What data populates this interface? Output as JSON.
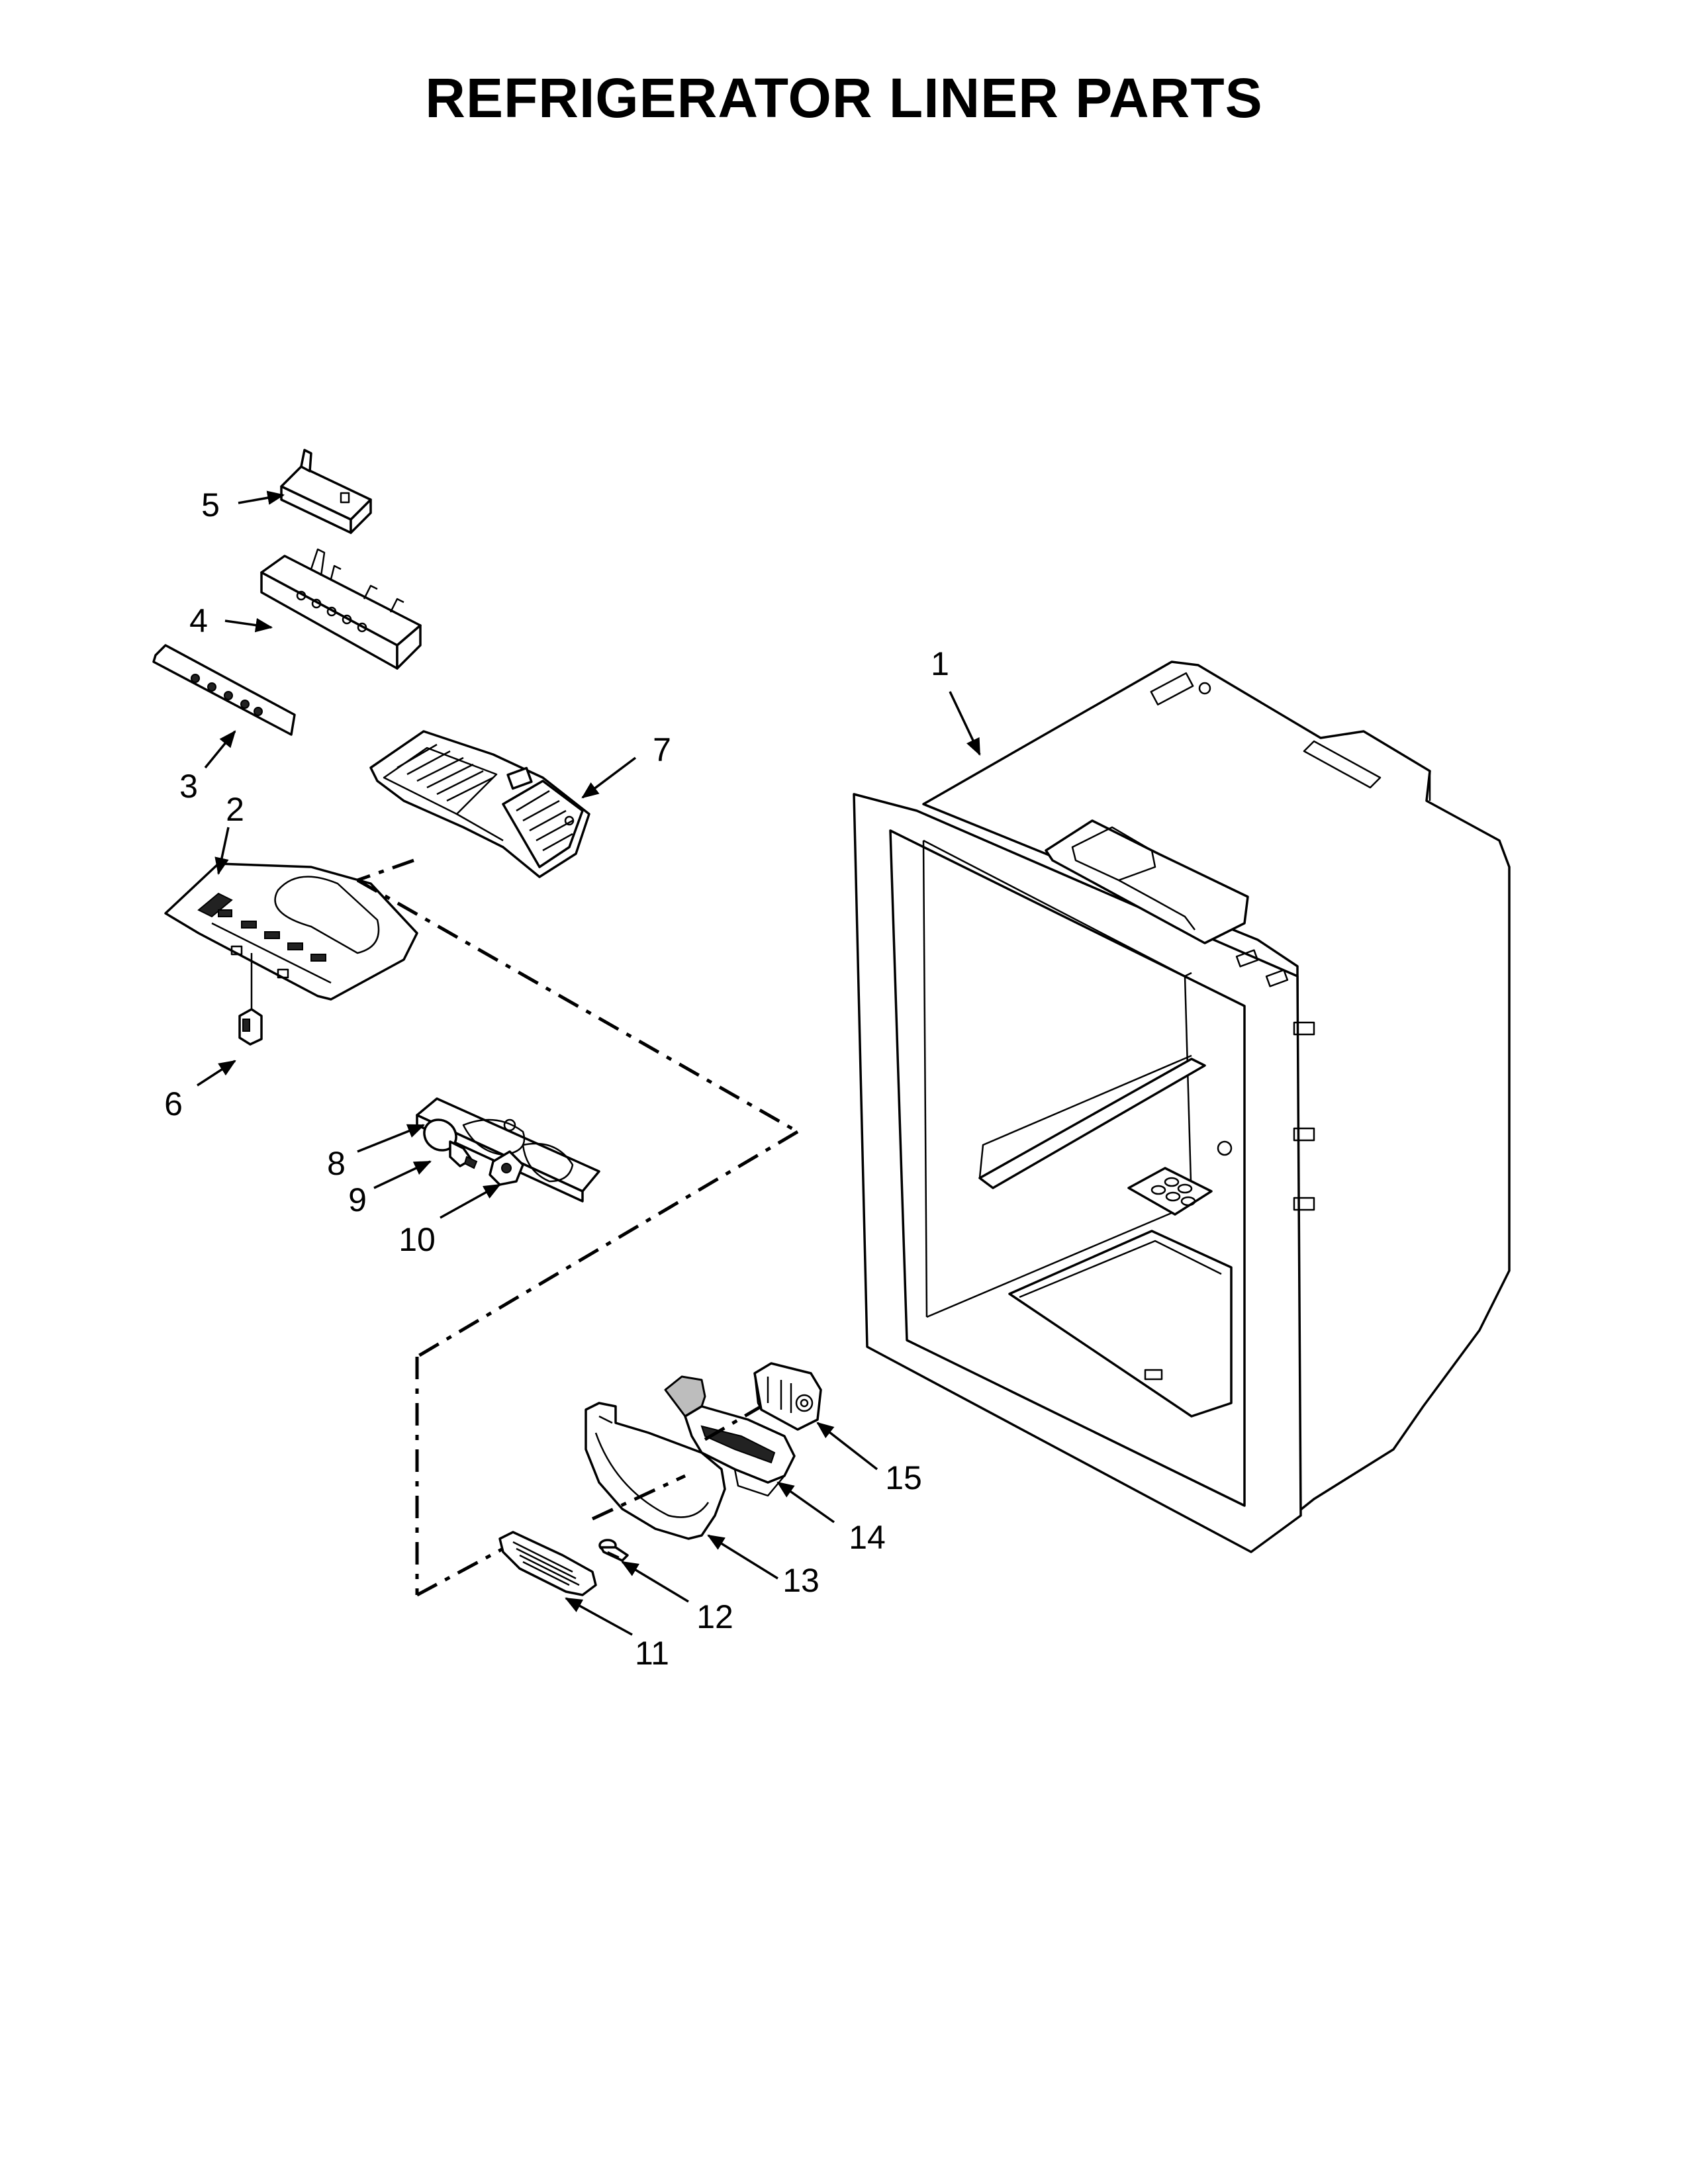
{
  "title": "REFRIGERATOR LINER PARTS",
  "callouts": [
    {
      "label": "1"
    },
    {
      "label": "2"
    },
    {
      "label": "3"
    },
    {
      "label": "4"
    },
    {
      "label": "5"
    },
    {
      "label": "6"
    },
    {
      "label": "7"
    },
    {
      "label": "8"
    },
    {
      "label": "9"
    },
    {
      "label": "10"
    },
    {
      "label": "11"
    },
    {
      "label": "12"
    },
    {
      "label": "13"
    },
    {
      "label": "14"
    },
    {
      "label": "15"
    }
  ]
}
